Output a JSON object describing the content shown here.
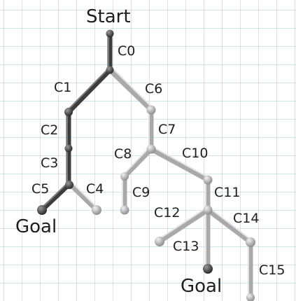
{
  "labels": {
    "start": "Start",
    "goal_left": "Goal",
    "goal_right": "Goal",
    "c0": "C0",
    "c1": "C1",
    "c2": "C2",
    "c3": "C3",
    "c4": "C4",
    "c5": "C5",
    "c6": "C6",
    "c7": "C7",
    "c8": "C8",
    "c9": "C9",
    "c10": "C10",
    "c11": "C11",
    "c12": "C12",
    "c13": "C13",
    "c14": "C14",
    "c15": "C15"
  },
  "colors": {
    "dark_branch": "#3d3d3d",
    "light_branch": "#a9a9a9",
    "grid": "#afcde1",
    "background": "#ffffff"
  }
}
